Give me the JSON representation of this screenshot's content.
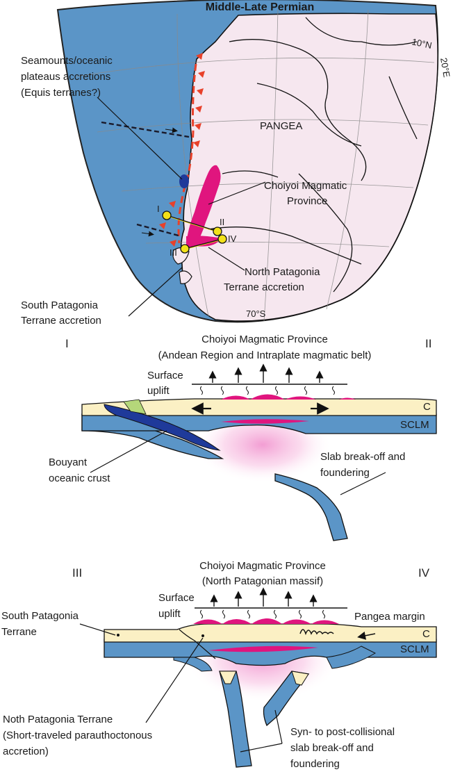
{
  "map": {
    "title": "Middle-Late Permian",
    "lat_top": "10°N",
    "lon_right": "20°E",
    "lat_bottom": "70°S",
    "pangea": "PANGEA",
    "seamounts": [
      "Seamounts/oceanic",
      "plateaus accretions",
      "(Equis terranes?)"
    ],
    "choiyoi": [
      "Choiyoi Magmatic",
      "Province"
    ],
    "north_patagonia": [
      "North Patagonia",
      "Terrane accretion"
    ],
    "south_patagonia": [
      "South Patagonia",
      "Terrane accretion"
    ],
    "points": {
      "I": "I",
      "II": "II",
      "III": "III",
      "IV": "IV"
    }
  },
  "section1": {
    "left_end": "I",
    "right_end": "II",
    "title": [
      "Choiyoi Magmatic Province",
      "(Andean Region and Intraplate magmatic belt)"
    ],
    "uplift": [
      "Surface",
      "uplift"
    ],
    "crust": "C",
    "sclm": "SCLM",
    "bouyant": [
      "Bouyant",
      "oceanic crust"
    ],
    "slab": [
      "Slab break-off and",
      "foundering"
    ]
  },
  "section2": {
    "left_end": "III",
    "right_end": "IV",
    "title": [
      "Choiyoi Magmatic Province",
      "(North Patagonian massif)"
    ],
    "uplift": [
      "Surface",
      "uplift"
    ],
    "pangea_margin": "Pangea margin",
    "south_patagonia": [
      "South Patagonia",
      "Terrane"
    ],
    "crust": "C",
    "sclm": "SCLM",
    "north_patagonia": [
      "Noth Patagonia Terrane",
      "(Short-traveled parauthoctonous",
      "accretion)"
    ],
    "syn": [
      "Syn- to post-collisional",
      "slab break-off and",
      "foundering"
    ]
  },
  "colors": {
    "ocean": "#5b95c7",
    "land": "#f6e7ef",
    "magma": "#e0157e",
    "crust": "#fbf0c4",
    "mantle": "#5b95c7",
    "subduction": "#e8412a",
    "point": "#f2e11a"
  }
}
